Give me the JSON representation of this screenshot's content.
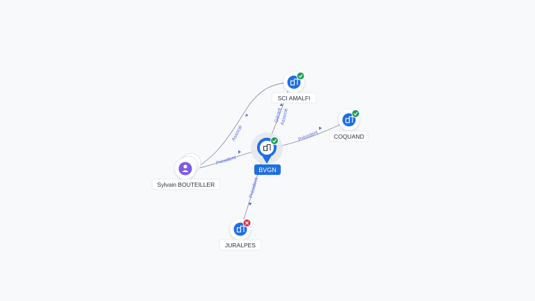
{
  "colors": {
    "company": "#1d6fe8",
    "person": "#7b5ce6",
    "active": "#1f9e5a",
    "closed": "#d63040",
    "edge": "#8b93a6",
    "edge_label": "#5a6ee6"
  },
  "nodes": {
    "bvgn": {
      "label": "BVGN",
      "kind": "company",
      "status": "active",
      "icon": "building-icon"
    },
    "amalfi": {
      "label": "SCI AMALFI",
      "kind": "company",
      "status": "active",
      "icon": "building-icon"
    },
    "coquand": {
      "label": "COQUAND",
      "kind": "company",
      "status": "active",
      "icon": "building-icon"
    },
    "juralpes": {
      "label": "JURALPES",
      "kind": "company",
      "status": "closed",
      "icon": "building-icon"
    },
    "sylvain": {
      "label": "Sylvain BOUTEILLER",
      "kind": "person",
      "icon": "person-icon"
    }
  },
  "edges": {
    "sylvain_amalfi": {
      "label": "Associé"
    },
    "sylvain_bvgn": {
      "label": "Président"
    },
    "bvgn_amalfi_1": {
      "label": "Gérant"
    },
    "bvgn_amalfi_2": {
      "label": "Associé"
    },
    "bvgn_coquand": {
      "label": "Président"
    },
    "bvgn_juralpes": {
      "label": "Président"
    }
  }
}
